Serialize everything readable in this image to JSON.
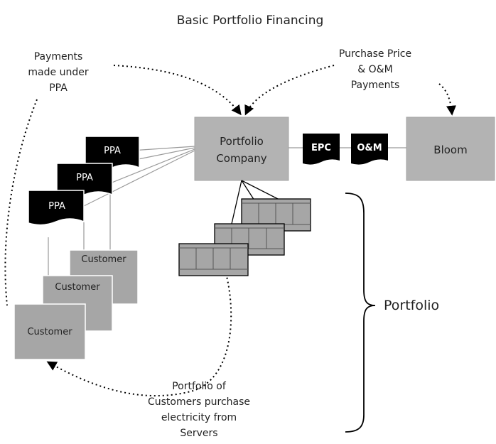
{
  "title": "Basic Portfolio Financing",
  "labels": {
    "payments_ppa": [
      "Payments",
      "made under",
      "PPA"
    ],
    "purchase_price": [
      "Purchase Price",
      "& O&M",
      "Payments"
    ],
    "portfolio_customers": [
      "Portfolio of",
      "Customers purchase",
      "electricity from",
      "Servers"
    ],
    "portfolio": "Portfolio"
  },
  "boxes": {
    "portfolio_company": [
      "Portfolio",
      "Company"
    ],
    "bloom": "Bloom",
    "customers": [
      "Customer",
      "Customer",
      "Customer"
    ]
  },
  "documents": {
    "ppa": [
      "PPA",
      "PPA",
      "PPA"
    ],
    "epc": "EPC",
    "om": "O&M"
  },
  "colors": {
    "box_fill": "#b3b3b3",
    "box_stroke": "#a6a6a6",
    "doc_fill": "#000000",
    "doc_text": "#ffffff",
    "server_fill": "#a6a6a6",
    "line": "#000000",
    "thin_line": "#9a9a9a"
  }
}
